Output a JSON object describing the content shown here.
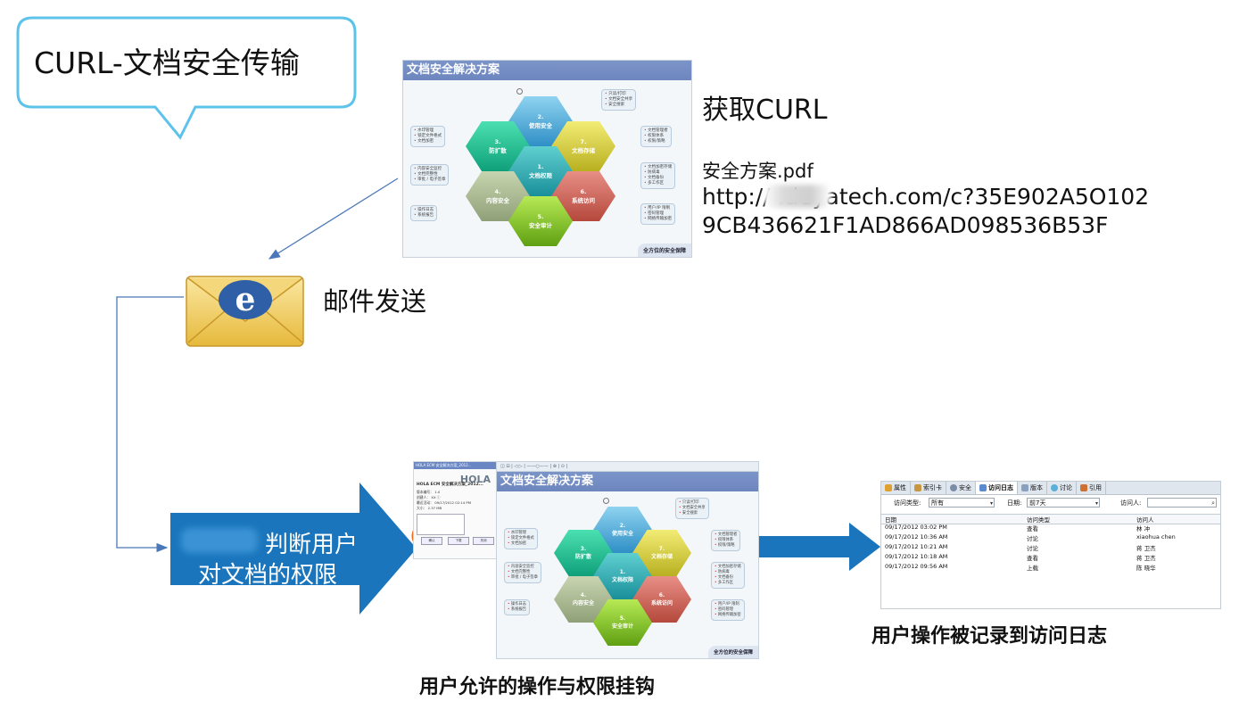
{
  "bubble": {
    "title": "CURL-文档安全传输"
  },
  "curl_info": {
    "heading": "获取CURL",
    "file_name": "安全方案.pdf",
    "url_line1": "http://        .deyatech.com/c?35E902A5O102",
    "url_line2": "9CB436621F1AD866AD098536B53F"
  },
  "email": {
    "label": "邮件发送"
  },
  "arrow": {
    "line1": "判断用户",
    "line2": "对文档的权限"
  },
  "captions": {
    "permissions": "用户允许的操作与权限挂钩",
    "log": "用户操作被记录到访问日志"
  },
  "slide": {
    "title": "文档安全解决方案",
    "footer": "全方位的安全保障",
    "boxes": {
      "top_right": [
        "只读/打印",
        "文档安全共享",
        "安全搜索"
      ],
      "left1": [
        "水印管理",
        "锁定文件格式",
        "文档加密"
      ],
      "right1": [
        "文档管理者",
        "权限体系",
        "权限/策略"
      ],
      "left2": [
        "内容安全监控",
        "文档完整性",
        "审批 / 电子签章"
      ],
      "right2": [
        "文档加密存储",
        "防病毒",
        "文档备份",
        "多工作区"
      ],
      "left3": [
        "操作日志",
        "系统报告"
      ],
      "right3": [
        "用户/IP 限制",
        "密码管理",
        "网络传输加密"
      ]
    },
    "hexes": {
      "top": {
        "num": "2.",
        "label": "使用安全"
      },
      "upper_left": {
        "num": "3.",
        "label": "防扩散"
      },
      "upper_right": {
        "num": "7.",
        "label": "文档存储"
      },
      "center": {
        "num": "1.",
        "label": "文档权限"
      },
      "lower_left": {
        "num": "4.",
        "label": "内容安全"
      },
      "lower_right": {
        "num": "6.",
        "label": "系统访问"
      },
      "bottom": {
        "num": "5.",
        "label": "安全审计"
      }
    }
  },
  "viewer": {
    "toolbar": "◫ ⊟ | ◁ ▷ |  ——○——  | ⊕ | ⊙ |"
  },
  "dialog": {
    "title": "HOLA ECM 安全解决方案_2012...",
    "logo": "HOLA",
    "heading": "HOLA ECM 安全解决方案_2012...",
    "rows": [
      "版本编号： 1.0",
      "创建人： XX ⓘ",
      "最近活动： 09/17/2012 02:14 PM",
      "大小： 2.37 MB"
    ],
    "buttons": [
      "确认",
      "下载",
      "关闭"
    ]
  },
  "access_log": {
    "tabs": [
      "属性",
      "索引卡",
      "安全",
      "访问日志",
      "版本",
      "讨论",
      "引用"
    ],
    "active_tab": "访问日志",
    "filters": {
      "type_label": "访问类型:",
      "type_value": "所有",
      "date_label": "日期:",
      "date_value": "前7天",
      "visitor_label": "访问人:"
    },
    "columns": [
      "日期",
      "访问类型",
      "访问人"
    ],
    "rows": [
      [
        "09/17/2012 03:02 PM",
        "查看",
        "林 冲"
      ],
      [
        "09/17/2012 10:36 AM",
        "讨论",
        "xiaohua chen"
      ],
      [
        "09/17/2012 10:21 AM",
        "讨论",
        "蒋 卫杰"
      ],
      [
        "09/17/2012 10:18 AM",
        "查看",
        "蒋 卫杰"
      ],
      [
        "09/17/2012 09:56 AM",
        "上载",
        "陈 晓华"
      ]
    ]
  }
}
